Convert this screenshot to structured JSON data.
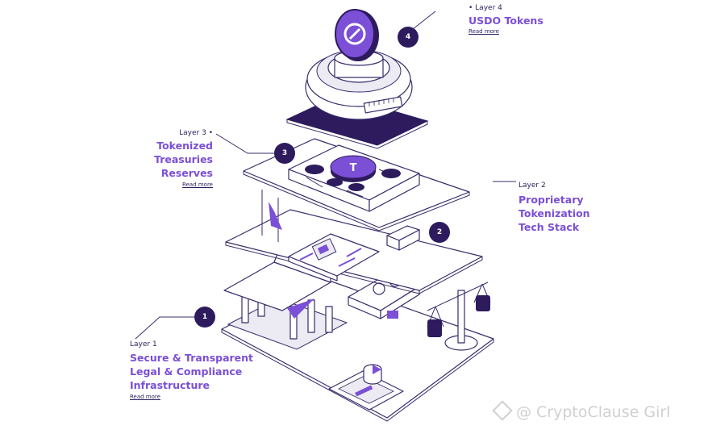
{
  "layers": [
    {
      "number": "4",
      "kicker": "Layer 4",
      "title_lines": [
        "USDO Tokens"
      ],
      "link": "Read more"
    },
    {
      "number": "3",
      "kicker": "Layer 3",
      "title_lines": [
        "Tokenized",
        "Treasuries",
        "Reserves"
      ],
      "link": "Read more"
    },
    {
      "number": "2",
      "kicker": "Layer 2",
      "title_lines": [
        "Proprietary",
        "Tokenization",
        "Tech Stack"
      ]
    },
    {
      "number": "1",
      "kicker": "Layer 1",
      "title_lines": [
        "Secure & Transparent",
        "Legal & Compliance",
        "Infrastructure"
      ],
      "link": "Read more"
    }
  ],
  "watermark": "@ CryptoClause Girl",
  "colors": {
    "navy": "#2d1b5e",
    "purple": "#7b4fd6",
    "lilac": "#b9a3ee",
    "outline": "#3a2c6b"
  }
}
